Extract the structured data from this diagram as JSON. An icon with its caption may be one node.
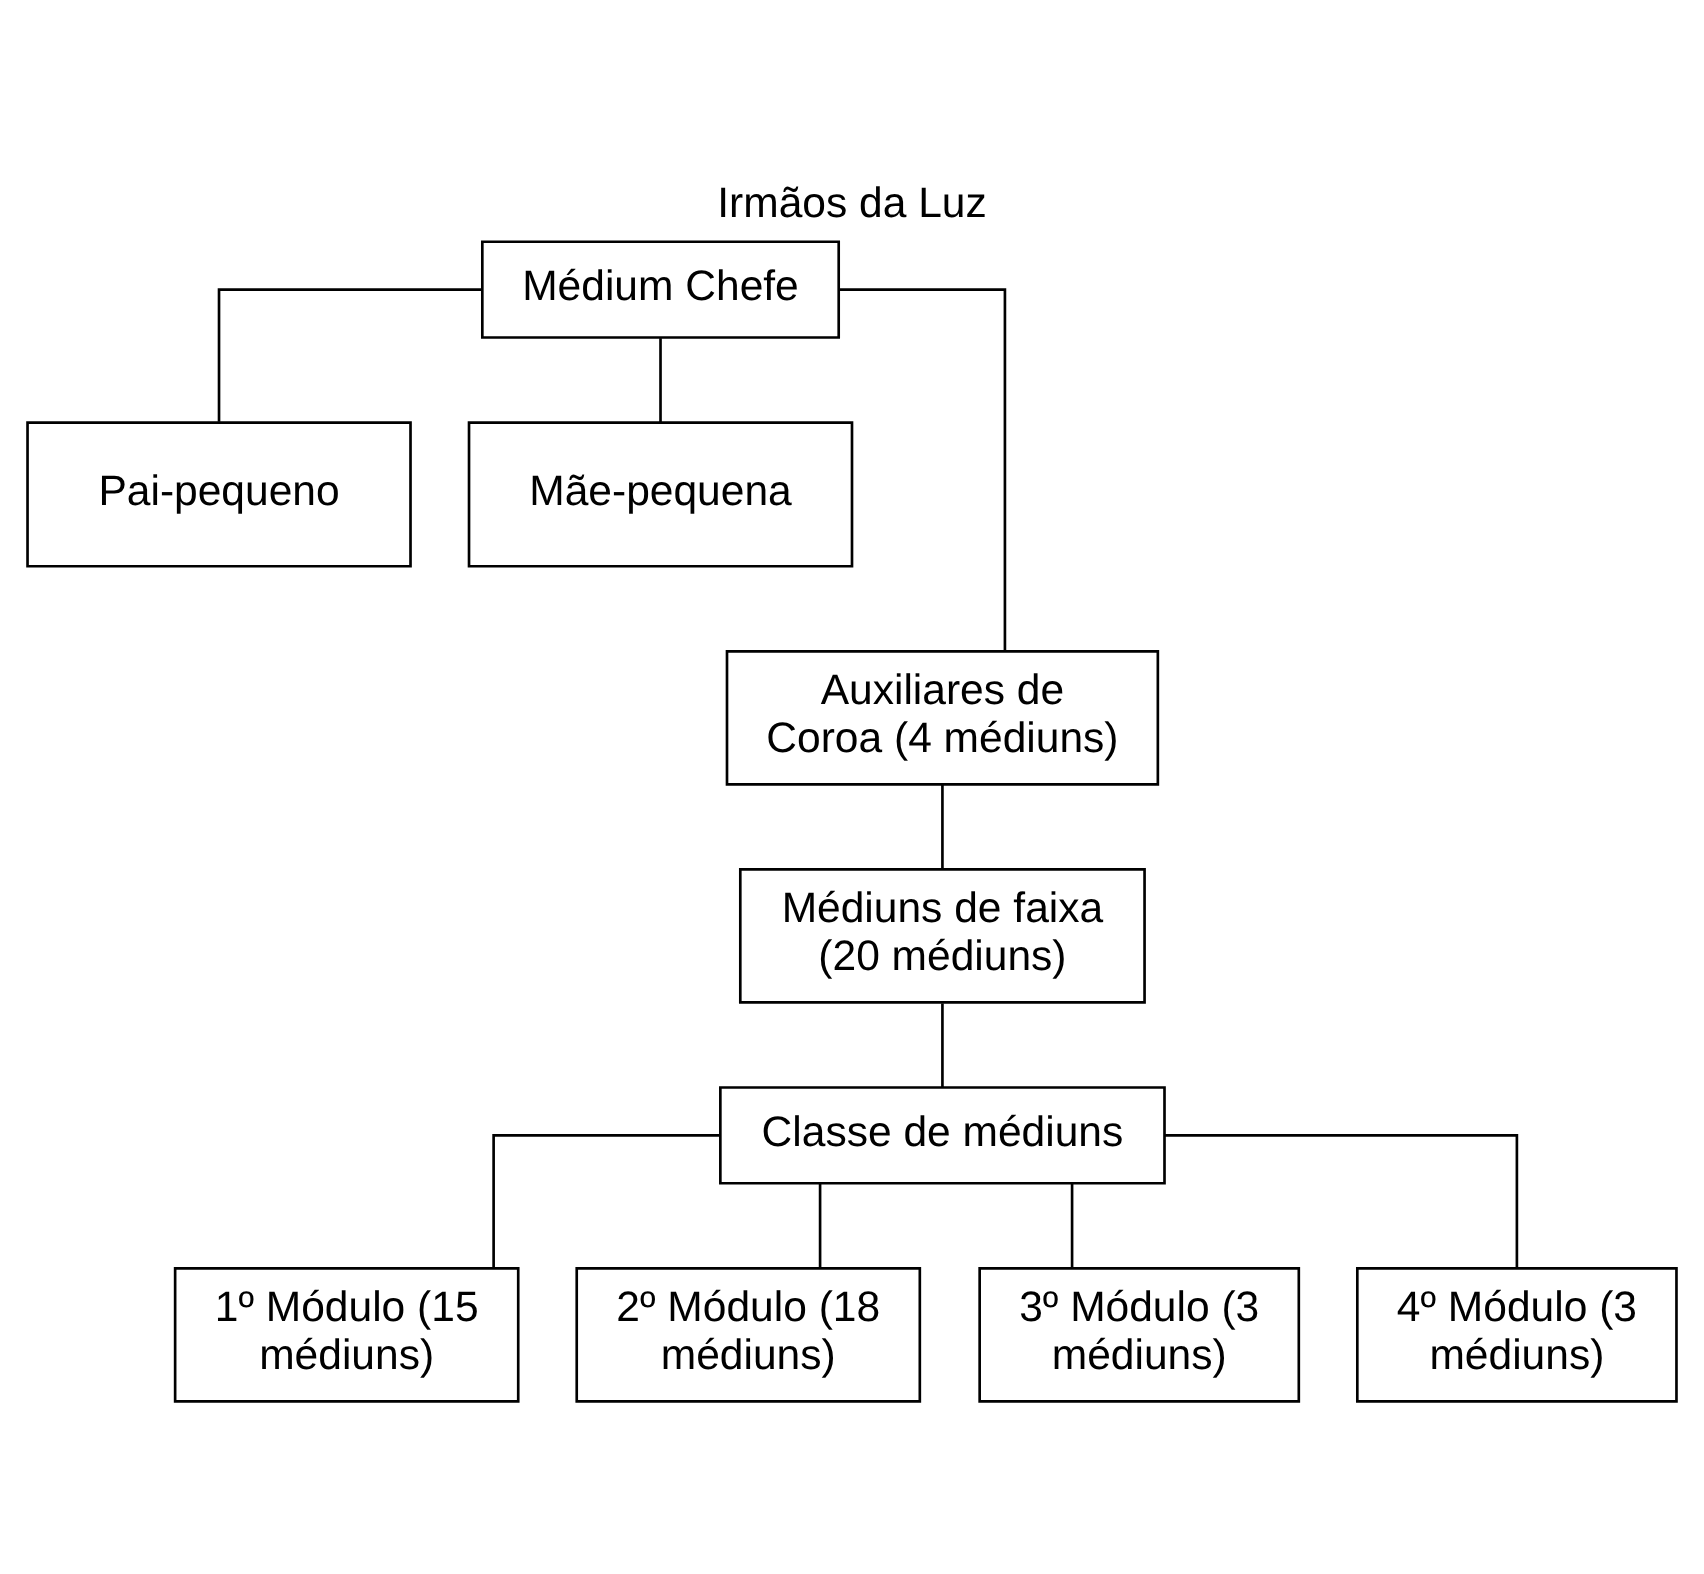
{
  "diagram": {
    "title": "Irmãos da Luz",
    "nodes": [
      {
        "text": [
          "Médium Chefe"
        ]
      },
      {
        "text": [
          "Pai-pequeno"
        ]
      },
      {
        "text": [
          "Mãe-pequena"
        ]
      },
      {
        "text": [
          "Auxiliares de Coroa (4 médiuns)"
        ]
      },
      {
        "text": [
          "Médiuns de faixa (20 médiuns)"
        ]
      },
      {
        "text": [
          "Classe de médiuns"
        ]
      },
      {
        "text": [
          "1º Módulo (15 médiuns)"
        ]
      },
      {
        "text": [
          "2º Módulo (18 médiuns)"
        ]
      },
      {
        "text": [
          "3º Módulo (3 médiuns)"
        ]
      },
      {
        "text": [
          "4º Módulo (3 médiuns)"
        ]
      }
    ],
    "edges": [
      {
        "from": 0,
        "to": 1,
        "arrow": "none"
      },
      {
        "from": 0,
        "to": 2,
        "arrow": "none"
      },
      {
        "from": 0,
        "to": 3,
        "arrow": "none"
      },
      {
        "from": 3,
        "to": 4,
        "arrow": "none"
      },
      {
        "from": 4,
        "to": 5,
        "arrow": "none"
      },
      {
        "from": 5,
        "to": 6,
        "arrow": "none"
      },
      {
        "from": 5,
        "to": 7,
        "arrow": "none"
      },
      {
        "from": 5,
        "to": 8,
        "arrow": "none"
      },
      {
        "from": 5,
        "to": 9,
        "arrow": "none"
      }
    ]
  }
}
